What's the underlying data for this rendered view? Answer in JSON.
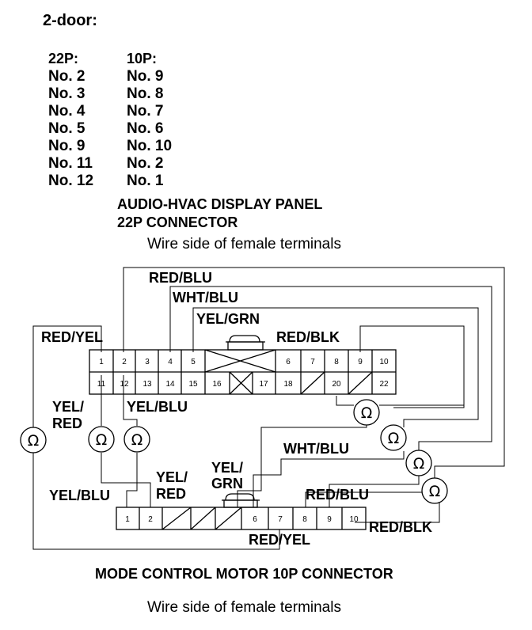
{
  "header": {
    "title": "2-door:",
    "col22_header": "22P:",
    "col10_header": "10P:",
    "pairs": [
      {
        "p22": "No. 2",
        "p10": "No. 9"
      },
      {
        "p22": "No. 3",
        "p10": "No. 8"
      },
      {
        "p22": "No. 4",
        "p10": "No. 7"
      },
      {
        "p22": "No. 5",
        "p10": "No. 6"
      },
      {
        "p22": "No. 9",
        "p10": "No. 10"
      },
      {
        "p22": "No. 11",
        "p10": "No. 2"
      },
      {
        "p22": "No. 12",
        "p10": "No. 1"
      }
    ]
  },
  "top_connector": {
    "title_line1": "AUDIO-HVAC DISPLAY PANEL",
    "title_line2": "22P CONNECTOR",
    "subtitle": "Wire side of female terminals",
    "row1": [
      "1",
      "2",
      "3",
      "4",
      "5",
      "6",
      "7",
      "8",
      "9",
      "10"
    ],
    "row2": [
      "11",
      "12",
      "13",
      "14",
      "15",
      "16",
      "17",
      "18",
      "20",
      "22"
    ]
  },
  "bottom_connector": {
    "title": "MODE CONTROL MOTOR 10P CONNECTOR",
    "subtitle": "Wire side of female terminals",
    "pins": [
      "1",
      "2",
      "6",
      "7",
      "8",
      "9",
      "10"
    ]
  },
  "wire_labels": {
    "red_blu_top": "RED/BLU",
    "wht_blu_top": "WHT/BLU",
    "yel_grn_top": "YEL/GRN",
    "red_yel_top": "RED/YEL",
    "red_blk_top": "RED/BLK",
    "yel_red_left_1": "YEL/",
    "yel_red_left_2": "RED",
    "yel_blu_mid": "YEL/BLU",
    "yel_blu_bottom": "YEL/BLU",
    "yel_red_bottom_1": "YEL/",
    "yel_red_bottom_2": "RED",
    "yel_grn_bottom_1": "YEL/",
    "yel_grn_bottom_2": "GRN",
    "wht_blu_bottom": "WHT/BLU",
    "red_blu_bottom": "RED/BLU",
    "red_blk_bottom": "RED/BLK",
    "red_yel_bottom": "RED/YEL"
  },
  "ohm_symbol": "Ω"
}
